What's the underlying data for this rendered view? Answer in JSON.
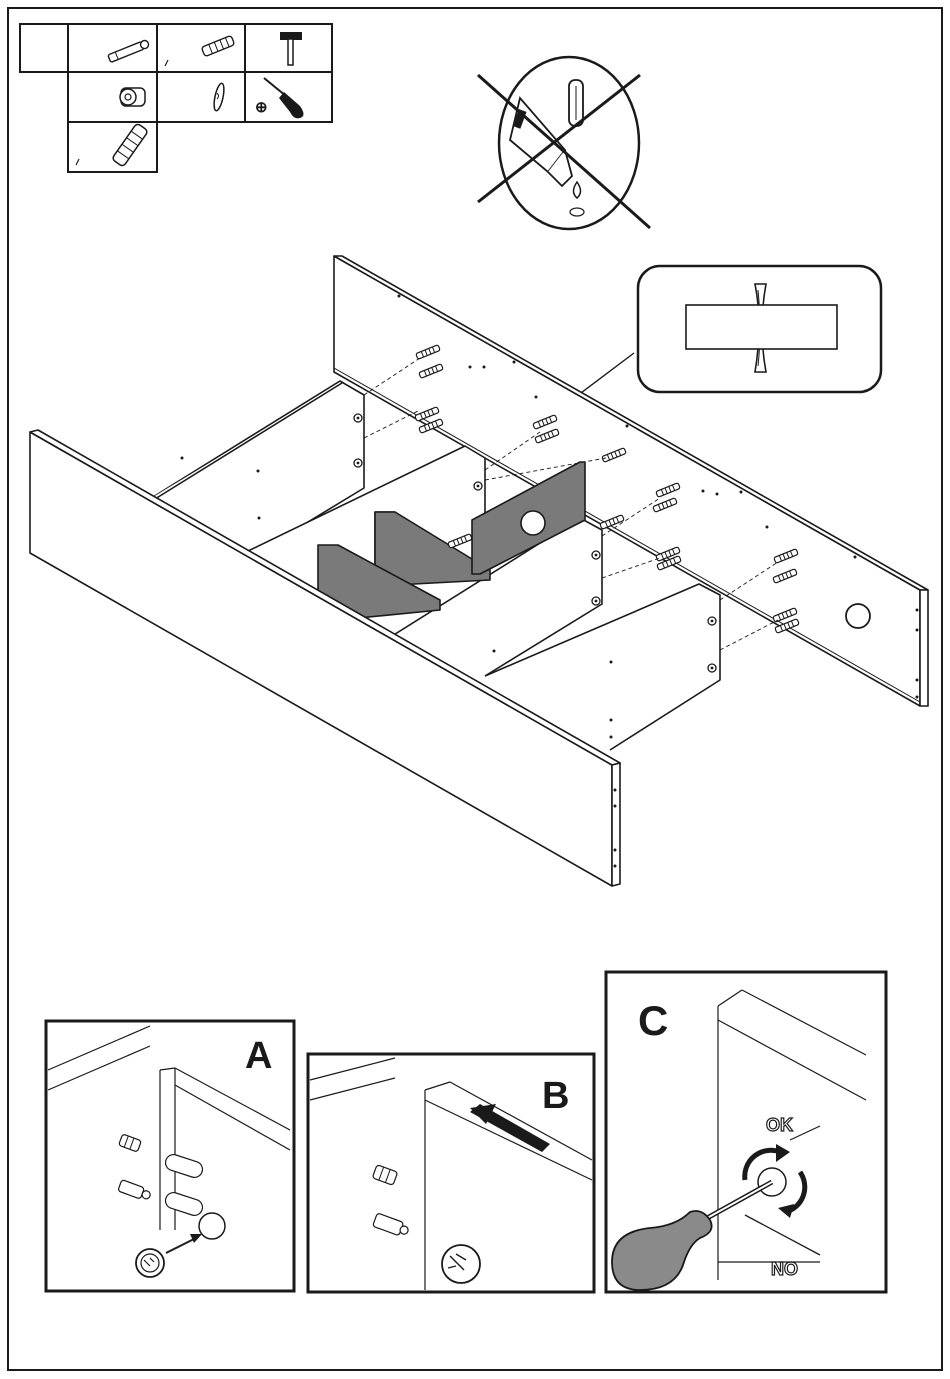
{
  "parts_table": {
    "qty_cross_dowel": "",
    "qty_wood_dowel_short": "",
    "qty_cam_lock": "",
    "qty_cam_cap": "",
    "qty_wood_dowel_long": "",
    "phillips_symbol": "⊕"
  },
  "zoom_callout": {
    "label": ""
  },
  "detail_a": {
    "letter": "A"
  },
  "detail_b": {
    "letter": "B"
  },
  "detail_c": {
    "letter": "C",
    "ok_label": "OK",
    "no_label": "NO"
  },
  "colors": {
    "ink": "#1a1a1a",
    "shelf_gray": "#7a7a7a",
    "handle_gray": "#8a8a8a"
  },
  "icons": [
    "cross-dowel-icon",
    "wood-dowel-icon",
    "hammer-icon",
    "cam-lock-icon",
    "cam-cap-icon",
    "screwdriver-icon",
    "no-glue-icon",
    "rotation-arrow-icon",
    "push-arrow-icon"
  ]
}
